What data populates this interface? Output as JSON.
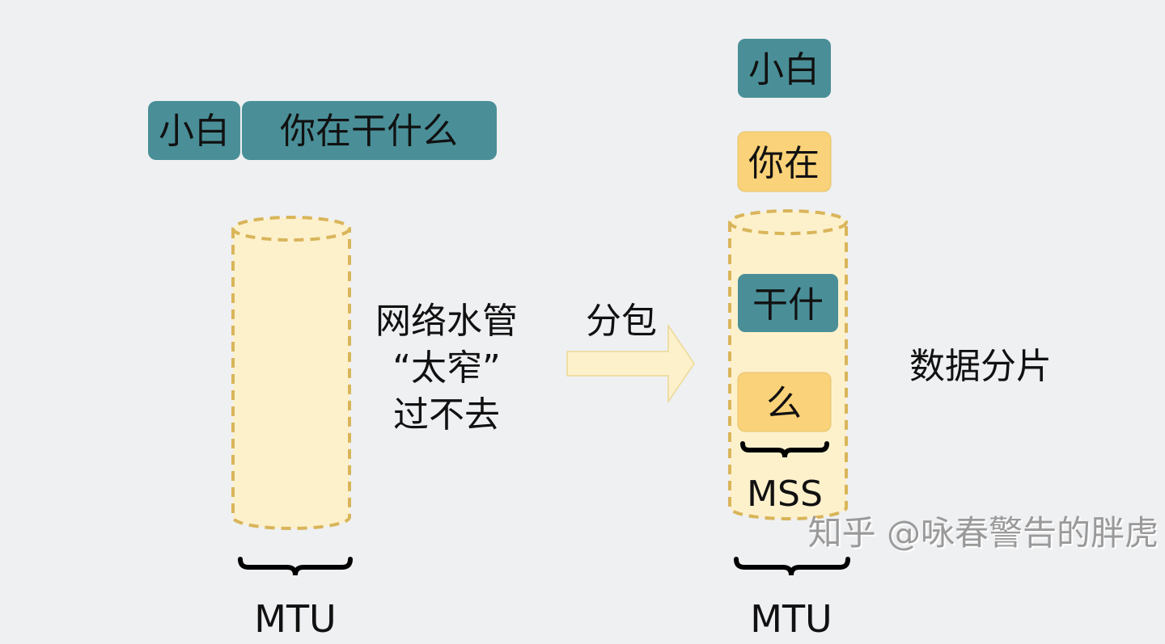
{
  "colors": {
    "background": "#eff0f2",
    "teal_block": "#4a8f98",
    "yellow_block": "#f9d279",
    "pipe_fill": "#fdf1cc",
    "pipe_stroke": "#d9b55a",
    "arrow_fill": "#fdf1cc",
    "text": "#111111"
  },
  "left": {
    "block_sender": "小白",
    "block_message": "你在干什么",
    "pipe_caption_line1": "网络水管",
    "pipe_caption_line2": "“太窄”",
    "pipe_caption_line3": "过不去",
    "mtu_label": "MTU"
  },
  "arrow": {
    "label": "分包"
  },
  "right": {
    "block_1": "小白",
    "block_2": "你在",
    "block_3": "干什",
    "block_4": "么",
    "mss_label": "MSS",
    "mtu_label": "MTU",
    "side_caption": "数据分片"
  },
  "watermark": "知乎 @咏春警告的胖虎"
}
